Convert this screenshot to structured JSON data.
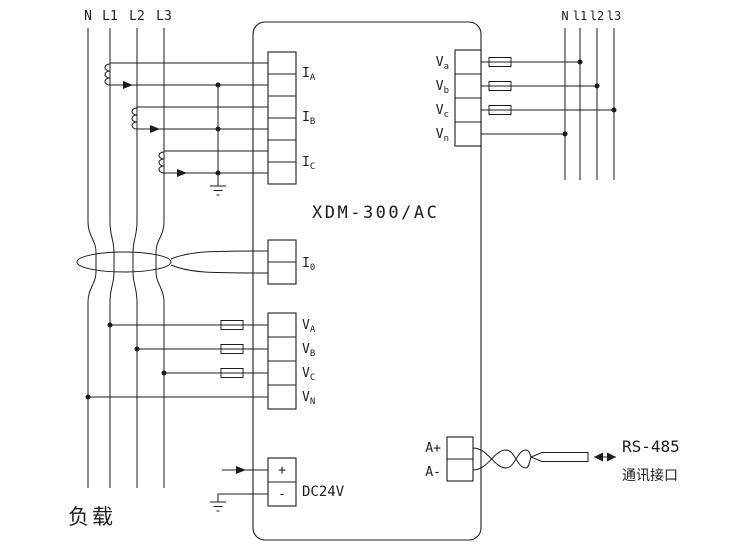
{
  "device": {
    "model": "XDM-300/AC",
    "power": {
      "label": "DC24V",
      "plus": "+",
      "minus": "-"
    }
  },
  "left_bus": {
    "labels": [
      "N",
      "L1",
      "L2",
      "L3"
    ],
    "load_label": "负载"
  },
  "right_bus": {
    "labels": [
      "N",
      "l1",
      "l2",
      "l3"
    ]
  },
  "terminals": {
    "current": [
      {
        "base": "I",
        "sub": "A"
      },
      {
        "base": "I",
        "sub": "B"
      },
      {
        "base": "I",
        "sub": "C"
      }
    ],
    "residual": {
      "base": "I",
      "sub": "0"
    },
    "voltage_in": [
      {
        "base": "V",
        "sub": "A"
      },
      {
        "base": "V",
        "sub": "B"
      },
      {
        "base": "V",
        "sub": "C"
      },
      {
        "base": "V",
        "sub": "N"
      }
    ],
    "voltage_out": [
      {
        "base": "V",
        "sub": "a"
      },
      {
        "base": "V",
        "sub": "b"
      },
      {
        "base": "V",
        "sub": "c"
      },
      {
        "base": "V",
        "sub": "n"
      }
    ],
    "comm": {
      "plus": "A+",
      "minus": "A-"
    }
  },
  "comm": {
    "name": "RS-485",
    "desc": "通讯接口"
  },
  "colors": {
    "line": "#1c1c1c",
    "background": "#ffffff"
  }
}
